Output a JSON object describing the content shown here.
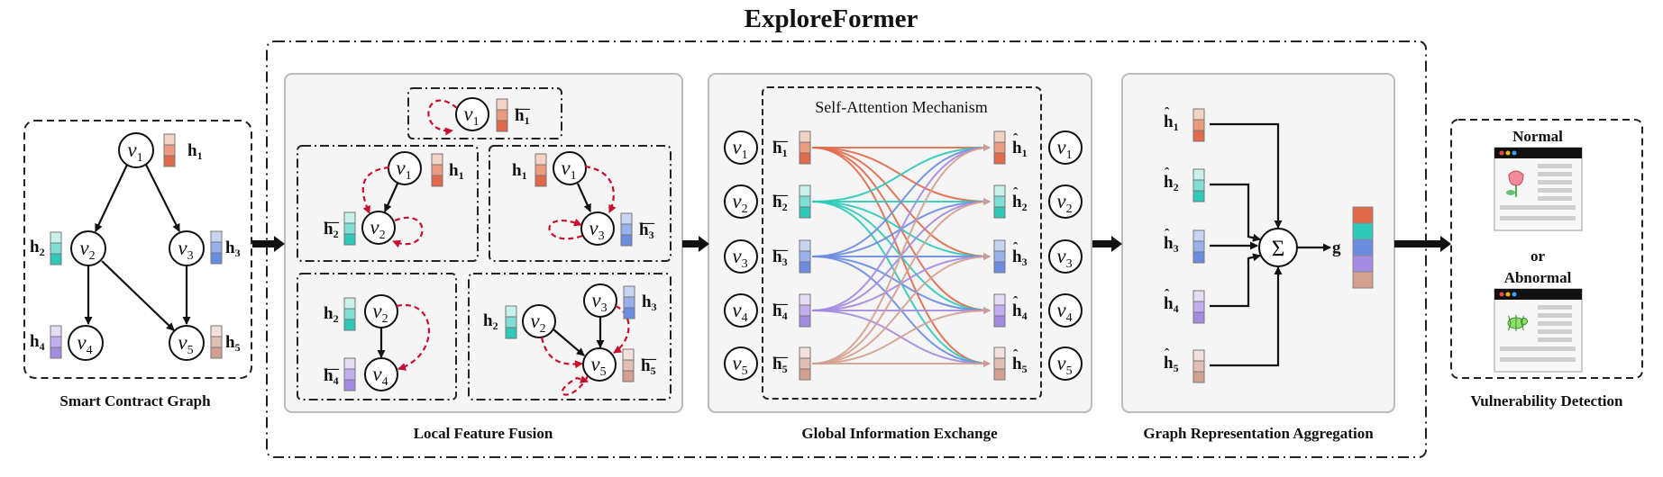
{
  "title": "ExploreFormer",
  "panels": {
    "graph": "Smart Contract Graph",
    "local": "Local Feature Fusion",
    "global": "Global Information Exchange",
    "aggregate": "Graph Representation Aggregation",
    "detect": "Vulnerability Detection"
  },
  "attention_label": "Self-Attention Mechanism",
  "result": {
    "normal": "Normal",
    "or": "or",
    "abnormal": "Abnormal"
  },
  "nodes": [
    "v1",
    "v2",
    "v3",
    "v4",
    "v5"
  ],
  "graph_output": "g",
  "sum_symbol": "Σ",
  "colors": {
    "h1": [
      "#f3d3c4",
      "#eb9c7f",
      "#e06a4b"
    ],
    "h2": [
      "#c9f1ec",
      "#7fdfd4",
      "#2ec9b8"
    ],
    "h3": [
      "#c7d5f3",
      "#98b0ec",
      "#6b8ce0"
    ],
    "h4": [
      "#e5dcf6",
      "#c3aff0",
      "#a48ae0"
    ],
    "h5": [
      "#f2e0da",
      "#e3bfb3",
      "#d3a090"
    ],
    "edge_red": "#c8102e",
    "frame": "#222222"
  }
}
